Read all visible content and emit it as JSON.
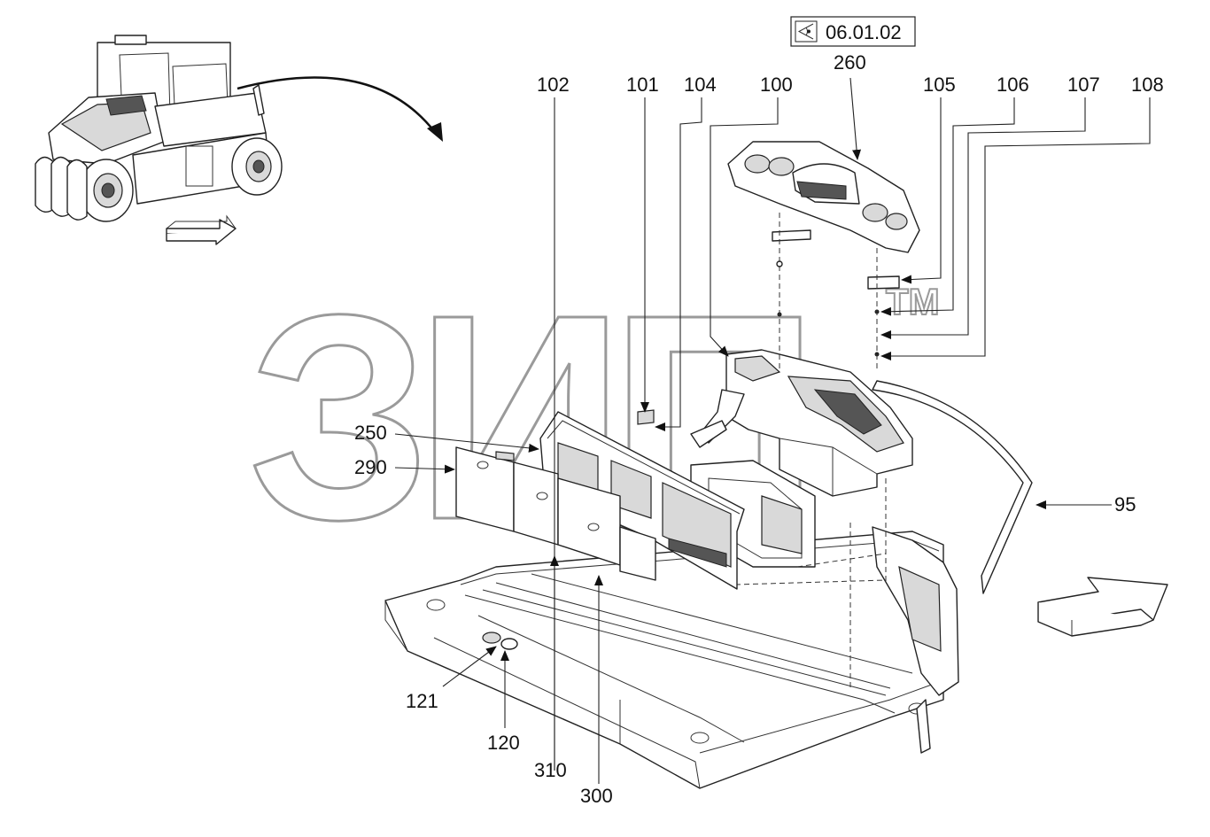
{
  "reference": {
    "icon": "view-eye-icon",
    "code": "06.01.02"
  },
  "watermark": {
    "text": "ЗИП",
    "tm": "TM"
  },
  "callouts": [
    "260",
    "102",
    "101",
    "104",
    "100",
    "105",
    "106",
    "107",
    "108",
    "250",
    "290",
    "95",
    "121",
    "120",
    "310",
    "300"
  ]
}
